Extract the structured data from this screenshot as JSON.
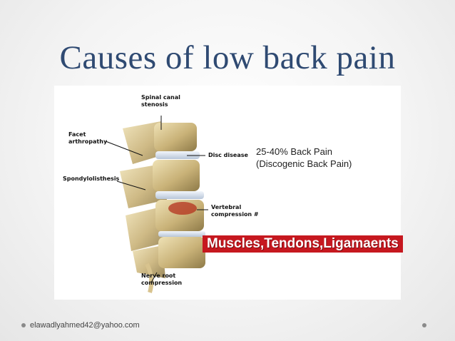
{
  "slide": {
    "title": "Causes of low back pain",
    "footer_email": "elawadlyahmed42@yahoo.com"
  },
  "figure": {
    "labels": {
      "spinal_canal_stenosis": "Spinal canal\nstenosis",
      "facet_arthropathy": "Facet\narthropathy",
      "spondylolisthesis": "Spondylolisthesis",
      "disc_disease": "Disc disease",
      "vertebral_compression": "Vertebral\ncompression #",
      "nerve_root_compression": "Nerve root\ncompression"
    },
    "annotation": "25-40% Back Pain\n(Discogenic Back Pain)",
    "banner": "Muscles,Tendons,Ligamaents"
  }
}
